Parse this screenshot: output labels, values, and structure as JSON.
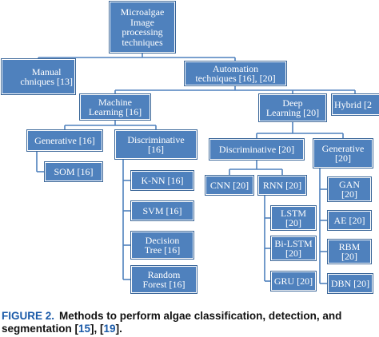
{
  "diagram": {
    "colors": {
      "box": "#4f81bd",
      "line": "#4f81bd",
      "caption_label": "#1a5aa8"
    },
    "nodes": {
      "root": "Microalgae\nImage\nprocessing\ntechniques",
      "manual": "Manual\nchniques [13]",
      "automation": "Automation\ntechniques [16], [20]",
      "ml": "Machine\nLearning [16]",
      "dl": "Deep\nLearning [20]",
      "hybrid": "Hybrid [2",
      "ml_gen": "Generative [16]",
      "ml_disc": "Discriminative\n[16]",
      "som": "SOM [16]",
      "knn": "K-NN [16]",
      "svm": "SVM [16]",
      "dtree": "Decision\nTree [16]",
      "rforest": "Random\nForest [16]",
      "dl_disc": "Discriminative [20]",
      "dl_gen": "Generative\n[20]",
      "cnn": "CNN [20]",
      "rnn": "RNN [20]",
      "lstm": "LSTM\n[20]",
      "bilstm": "Bi-LSTM\n[20]",
      "gru": "GRU [20]",
      "gan": "GAN\n[20]",
      "ae": "AE [20]",
      "rbm": "RBM\n[20]",
      "dbn": "DBN [20]"
    }
  },
  "caption": {
    "label": "FIGURE 2.",
    "line1": "Methods to perform algae classification, detection, and",
    "line2_start": "segmentation [",
    "ref1": "15",
    "line2_mid": "], [",
    "ref2": "19",
    "line2_end": "]."
  }
}
